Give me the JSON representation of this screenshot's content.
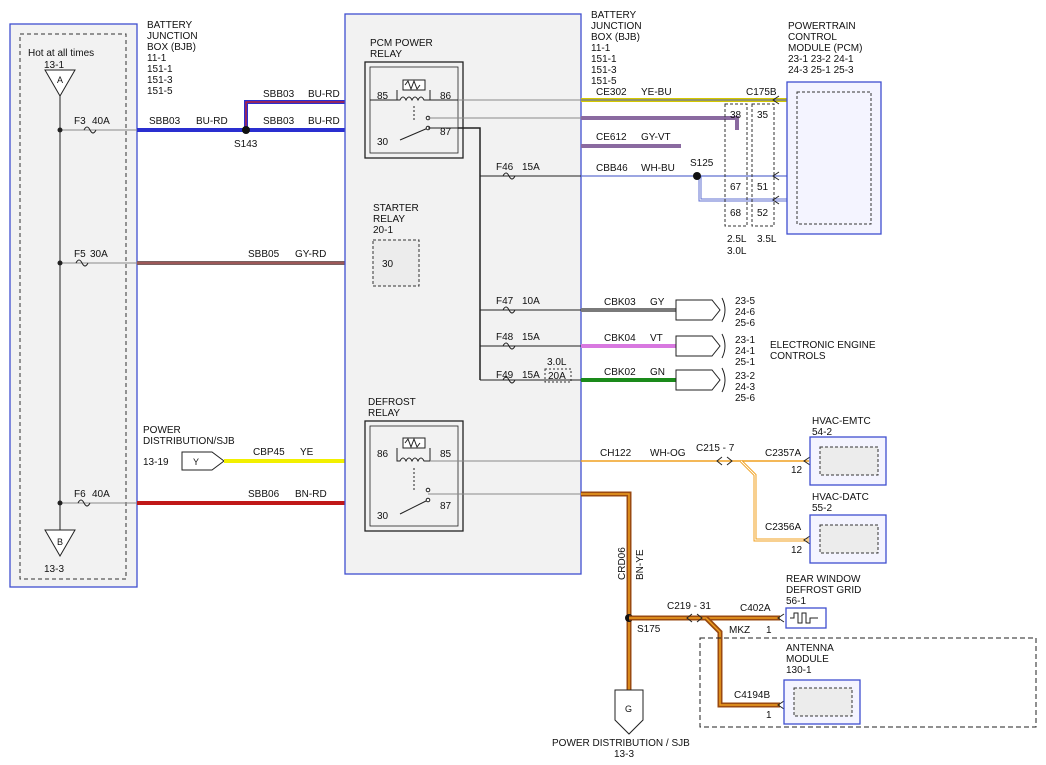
{
  "labels": {
    "hot_at_all_times": "Hot at all times",
    "bus_ref_top": "13-1",
    "bus_ref_bottom": "13-3",
    "conn_a": "A",
    "conn_b": "B",
    "conn_y": "Y",
    "conn_g": "G",
    "bjb_left": [
      "BATTERY",
      "JUNCTION",
      "BOX (BJB)",
      "11-1",
      "151-1",
      "151-3",
      "151-5"
    ],
    "bjb_right": [
      "BATTERY",
      "JUNCTION",
      "BOX (BJB)",
      "11-1",
      "151-1",
      "151-3",
      "151-5"
    ],
    "pcm": [
      "POWERTRAIN",
      "CONTROL",
      "MODULE (PCM)",
      "23-1  23-2  24-1",
      "24-3  25-1  25-3"
    ],
    "pcm_relay": [
      "PCM POWER",
      "RELAY"
    ],
    "starter_relay": [
      "STARTER",
      "RELAY",
      "20-1"
    ],
    "defrost_relay": [
      "DEFROST",
      "RELAY"
    ],
    "power_dist_sjb": [
      "POWER",
      "DISTRIBUTION/SJB"
    ],
    "power_dist_sjb_ref": "13-19",
    "power_dist_bottom": [
      "POWER DISTRIBUTION / SJB",
      "13-3"
    ],
    "eec": [
      "ELECTRONIC ENGINE",
      "CONTROLS"
    ],
    "eec_refs": [
      [
        "23-5",
        "24-6",
        "25-6"
      ],
      [
        "23-1",
        "24-1",
        "25-1"
      ],
      [
        "23-2",
        "24-3",
        "25-6"
      ]
    ],
    "hvac_emtc": [
      "HVAC-EMTC",
      "54-2"
    ],
    "hvac_datc": [
      "HVAC-DATC",
      "55-2"
    ],
    "rear_defrost": [
      "REAR WINDOW",
      "DEFROST GRID",
      "56-1"
    ],
    "antenna": [
      "ANTENNA",
      "MODULE",
      "130-1"
    ],
    "engine_25": "2.5L",
    "engine_30": "3.0L",
    "engine_35": "3.5L",
    "engine_30_fuse": "3.0L"
  },
  "fuses": {
    "f3": [
      "F3",
      "40A"
    ],
    "f5": [
      "F5",
      "30A"
    ],
    "f6": [
      "F6",
      "40A"
    ],
    "f46": [
      "F46",
      "15A"
    ],
    "f47": [
      "F47",
      "10A"
    ],
    "f48": [
      "F48",
      "15A"
    ],
    "f49": [
      "F49",
      "15A"
    ],
    "f49_alt": "20A"
  },
  "wires": {
    "sbb03_top": [
      "SBB03",
      "BU-RD"
    ],
    "sbb03_left": [
      "SBB03",
      "BU-RD"
    ],
    "sbb03_mid": [
      "SBB03",
      "BU-RD"
    ],
    "sbb05": [
      "SBB05",
      "GY-RD"
    ],
    "sbb06": [
      "SBB06",
      "BN-RD"
    ],
    "cbp45": [
      "CBP45",
      "YE"
    ],
    "ce302": [
      "CE302",
      "YE-BU"
    ],
    "ce612": [
      "CE612",
      "GY-VT"
    ],
    "cbb46": [
      "CBB46",
      "WH-BU"
    ],
    "cbk03": [
      "CBK03",
      "GY"
    ],
    "cbk04": [
      "CBK04",
      "VT"
    ],
    "cbk02": [
      "CBK02",
      "GN"
    ],
    "ch122": [
      "CH122",
      "WH-OG"
    ],
    "crd06": [
      "CRD06",
      "BN-YE"
    ],
    "mkz": "MKZ"
  },
  "splices": {
    "s143": "S143",
    "s125": "S125",
    "s175": "S175"
  },
  "connectors": {
    "c175b": "C175B",
    "c215": "C215 - 7",
    "c2357a": "C2357A",
    "c2356a": "C2356A",
    "c219": "C219 - 31",
    "c402a": "C402A",
    "c4194b": "C4194B"
  },
  "pins": {
    "pcm_relay": [
      "85",
      "86",
      "30",
      "87"
    ],
    "starter": "30",
    "defrost": [
      "86",
      "85",
      "30",
      "87"
    ],
    "pcm_left": [
      "38",
      "67",
      "68"
    ],
    "pcm_right": [
      "35",
      "51",
      "52"
    ],
    "hvac_emtc": "12",
    "hvac_datc": "12",
    "rear_defrost": "1",
    "antenna": "1"
  },
  "colors": {
    "outline_blue": "#3f4fd0",
    "wire_blue": "#2a2fd0",
    "wire_red": "#d02020",
    "wire_yellow": "#f2f000",
    "wire_brown": "#7a3f1a",
    "wire_orange": "#f0a020",
    "wire_gray": "#7a7a7a",
    "wire_violet": "#d878e0",
    "wire_green": "#1a8a1a"
  }
}
